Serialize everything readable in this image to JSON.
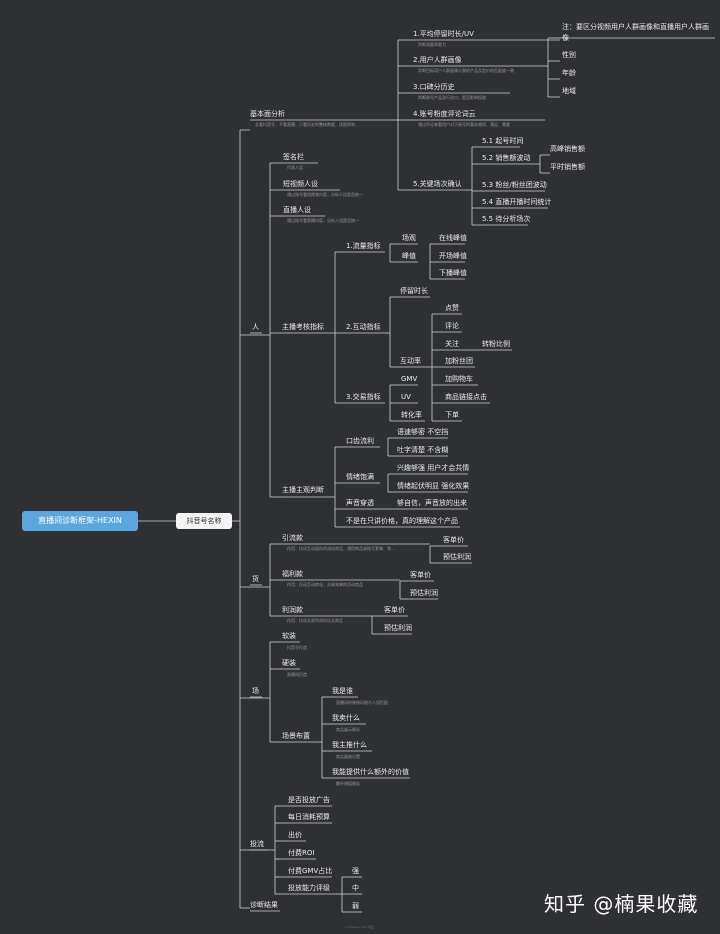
{
  "root": "直播间诊断框架-HEXIN",
  "hub": "抖音号名称",
  "note": "注：要区分视频用户人群画像和直播用户人群画像",
  "watermark": "知乎 @楠果收藏",
  "footer": "ai.fmlexin.com 导出",
  "branches": {
    "ren": "人",
    "huo": "货",
    "chang": "场",
    "touliu": "投流",
    "zhenduan": "诊断结果"
  },
  "jiben": {
    "title": "基本面分析",
    "desc": "去看抖音号，不看直播，只看历史的整体数据，找规则和…",
    "items": [
      {
        "label": "1.平均停留时长/UV",
        "desc": "判断流量承载力"
      },
      {
        "label": "2.用户人群画像",
        "desc": "判断目标用户人群画像与我的产品及定价的匹配度一致"
      },
      {
        "label": "3.口碑分历史",
        "desc": "判断账号产品及行业口，是否影响投放"
      },
      {
        "label": "4.账号粉度评论词云",
        "desc": "通过评论来看用户对于账号的基本感知、满足、需要"
      }
    ],
    "portrait": [
      "性别",
      "年龄",
      "地域"
    ],
    "key_title": "5.关键场次确认",
    "key_items": [
      "5.1 起号时间",
      "5.2 销售额波动",
      "5.3 粉丝/粉丝团波动",
      "5.4 直播开播时间统计",
      "5.5 待分析场次"
    ],
    "sales": [
      "高峰销售额",
      "平时销售额"
    ]
  },
  "ren": {
    "items": [
      {
        "label": "签名栏",
        "desc": "代表人设"
      },
      {
        "label": "短视频人设",
        "desc": "通过账号看短视频内容，分析人设是否统一"
      },
      {
        "label": "直播人设",
        "desc": "通过账号看直播内容，分析人设是否统一"
      }
    ],
    "metrics_title": "主播考核指标",
    "traffic": {
      "label": "1.流量指标",
      "changguan": "场观",
      "fengzhi": "峰值",
      "peaks": [
        "在线峰值",
        "开场峰值",
        "下播峰值"
      ]
    },
    "interact": {
      "label": "2.互动指标",
      "stay": "停留时长",
      "rate": "互动率",
      "items": [
        "点赞",
        "评论",
        "关注",
        "加粉丝团",
        "加购物车",
        "商品链接点击",
        "下单"
      ],
      "follow_ratio": "转粉比例"
    },
    "trade": {
      "label": "3.交易指标",
      "items": [
        "GMV",
        "UV",
        "转化率"
      ]
    },
    "subjective": {
      "title": "主播主观判断",
      "groups": [
        {
          "label": "口齿流利",
          "items": [
            "语速够密 不空挡",
            "吐字清楚 不含糊"
          ]
        },
        {
          "label": "情绪饱满",
          "items": [
            "兴趣够强 用户才会共情",
            "情绪起伏明显 强化效果"
          ]
        },
        {
          "label": "声音穿透",
          "items": [
            "够自信，声音放的出来"
          ]
        }
      ],
      "extra": "不是在只讲价格，真的理解这个产品"
    }
  },
  "huo": {
    "items": [
      {
        "label": "引流款",
        "desc": "作用：拉动互动留存的流动商品，通用商品或账号套餐、等…",
        "subs": [
          "客单价",
          "预估利润"
        ]
      },
      {
        "label": "福利款",
        "desc": "作用：拉动互动转化，交易效果的活动商品",
        "subs": [
          "客单价",
          "预估利润"
        ]
      },
      {
        "label": "利润款",
        "desc": "作用：拉动交易利润的店长商品",
        "subs": [
          "客单价",
          "预估利润"
        ]
      }
    ]
  },
  "chang": {
    "items": [
      {
        "label": "软装",
        "desc": "抖音号打造"
      },
      {
        "label": "硬装",
        "desc": "直播间打造"
      }
    ],
    "scene_title": "场景布置",
    "scene": [
      {
        "label": "我是谁",
        "desc": "直播间的装修风格与人设匹配"
      },
      {
        "label": "我卖什么",
        "desc": "商品展示情况"
      },
      {
        "label": "我主推什么",
        "desc": "商品展放位置"
      },
      {
        "label": "我能提供什么额外的价值",
        "desc": "额外增值服务"
      }
    ]
  },
  "touliu": {
    "items": [
      "是否投放广告",
      "每日消耗预算",
      "出价",
      "付费ROI",
      "付费GMV占比",
      "投放能力评级"
    ],
    "levels": [
      "强",
      "中",
      "弱"
    ]
  }
}
